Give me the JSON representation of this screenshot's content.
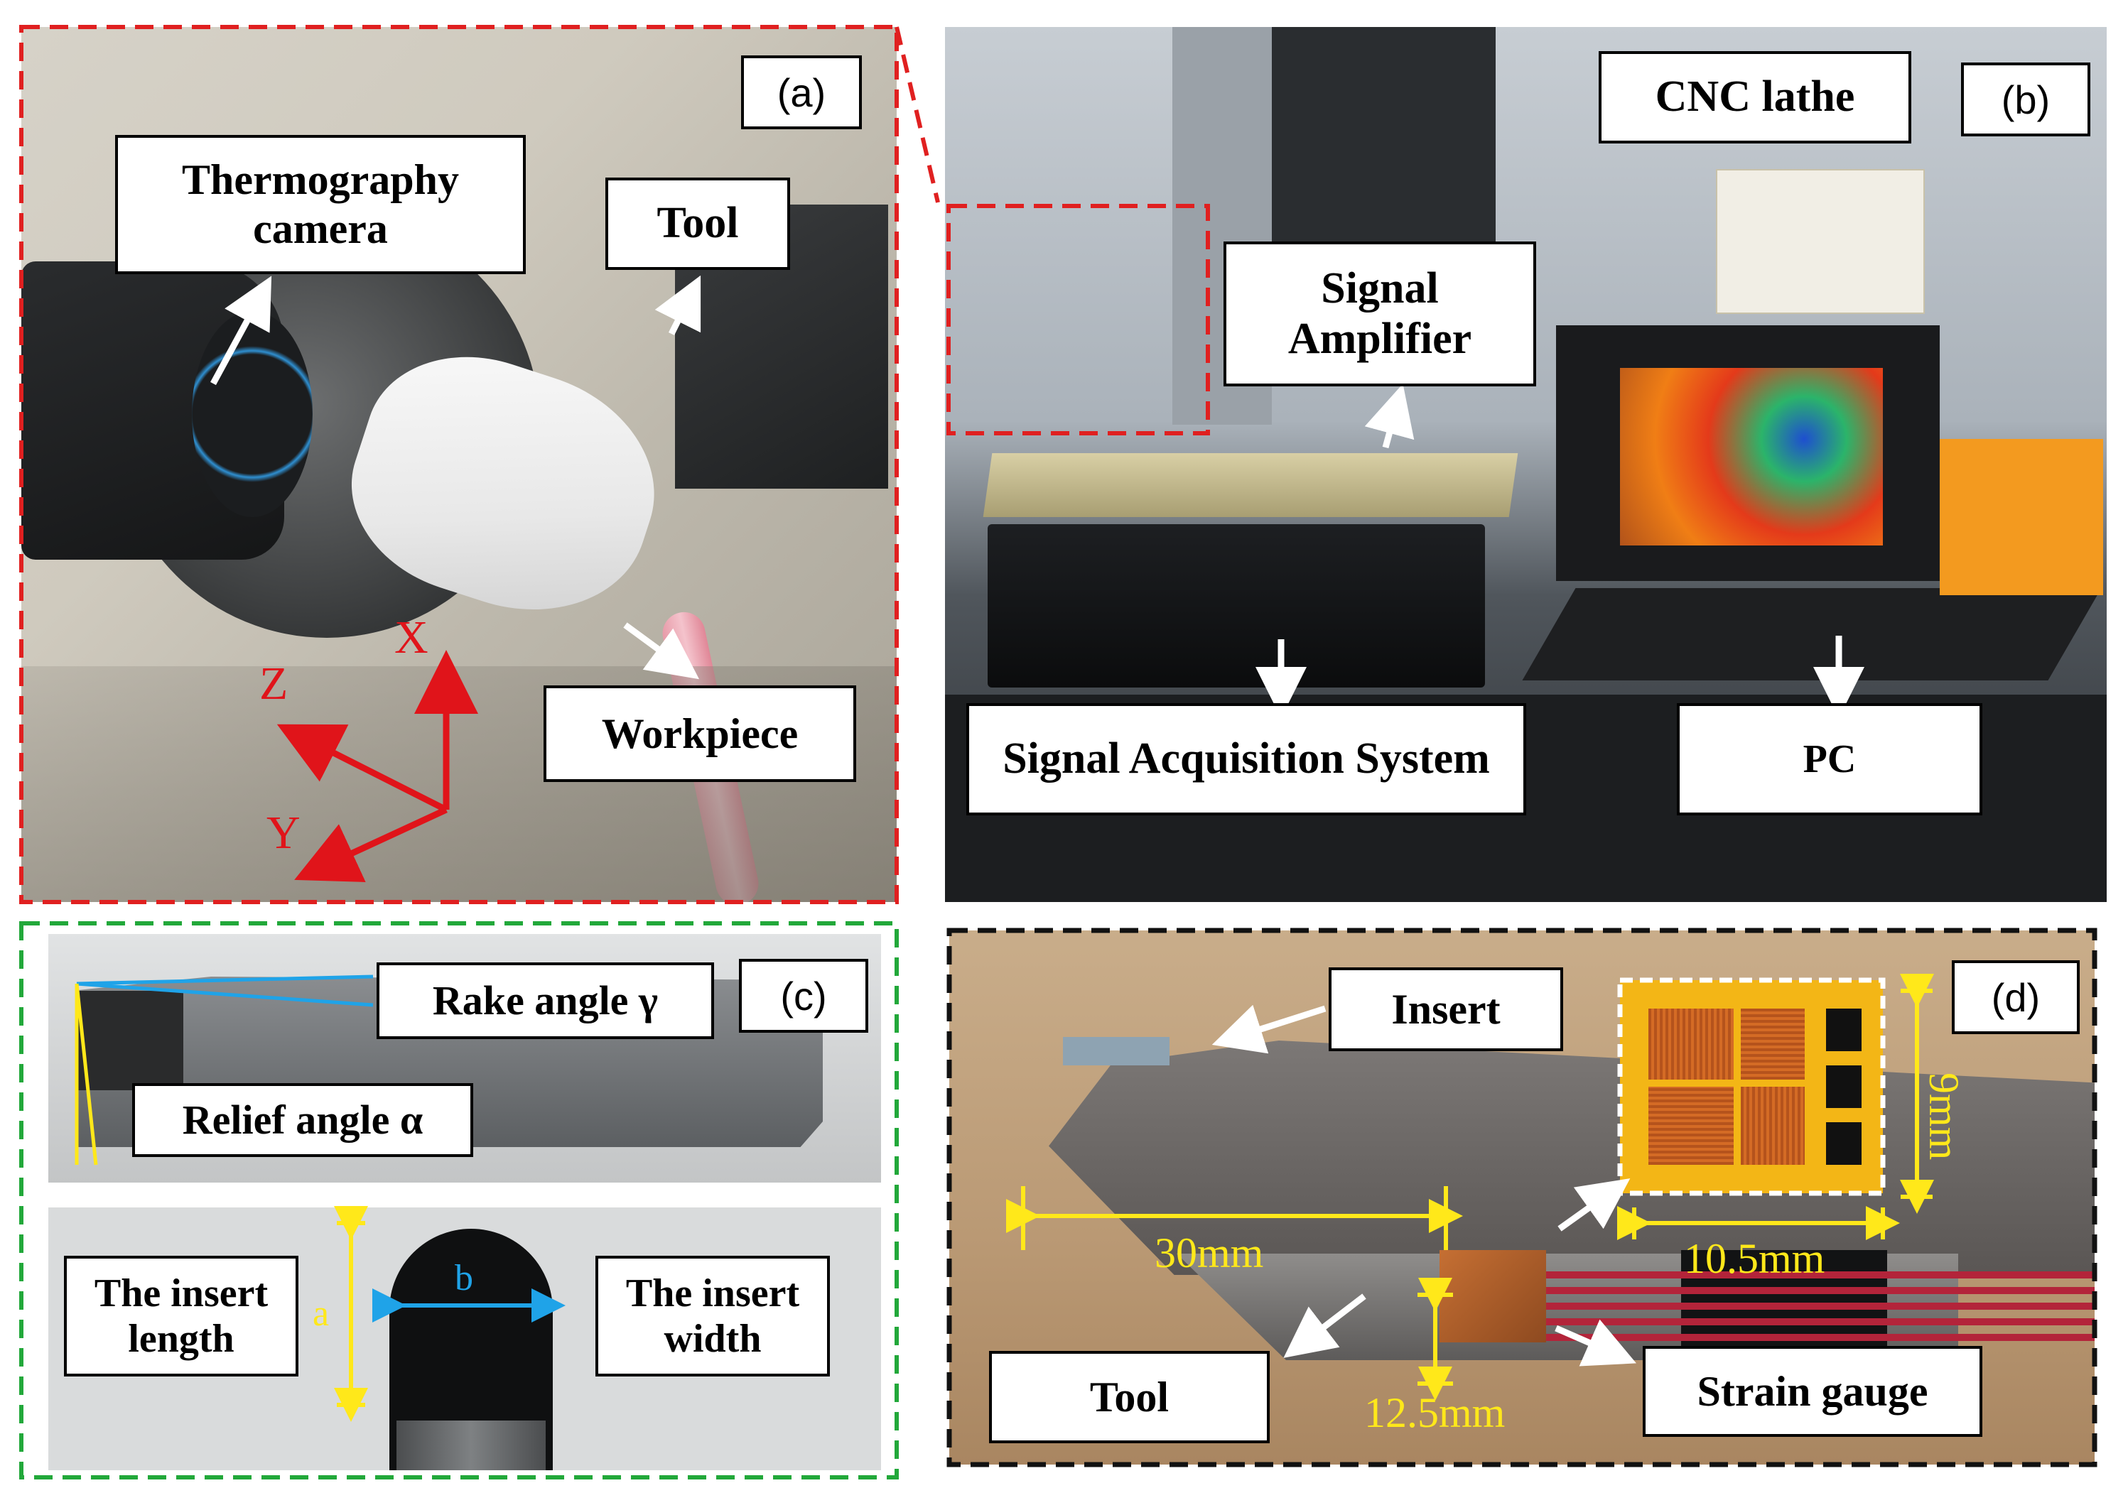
{
  "panels": {
    "a": {
      "tag": "(a)",
      "labels": {
        "thermography": "Thermography camera",
        "tool": "Tool",
        "workpiece": "Workpiece"
      },
      "axes": {
        "x": "X",
        "y": "Y",
        "z": "Z"
      }
    },
    "b": {
      "tag": "(b)",
      "labels": {
        "cnc": "CNC lathe",
        "amplifier": "Signal Amplifier",
        "acquisition": "Signal Acquisition System",
        "pc": "PC"
      }
    },
    "c": {
      "tag": "(c)",
      "labels": {
        "rake": "Rake angle  γ",
        "relief": "Relief angle  α",
        "length": "The insert length",
        "width": "The insert width"
      },
      "dims": {
        "a": "a",
        "b": "b"
      }
    },
    "d": {
      "tag": "(d)",
      "labels": {
        "insert": "Insert",
        "tool": "Tool",
        "strain": "Strain gauge"
      },
      "dims": {
        "d30": "30mm",
        "d105": "10.5mm",
        "d9": "9mm",
        "d125": "12.5mm"
      }
    }
  },
  "colors": {
    "panel_a_border": "#e02020",
    "panel_c_border": "#22a83a",
    "panel_d_border": "#111111",
    "axis_red": "#e0141a",
    "dim_yellow": "#ffe81a",
    "dim_blue": "#1fa3e8"
  }
}
